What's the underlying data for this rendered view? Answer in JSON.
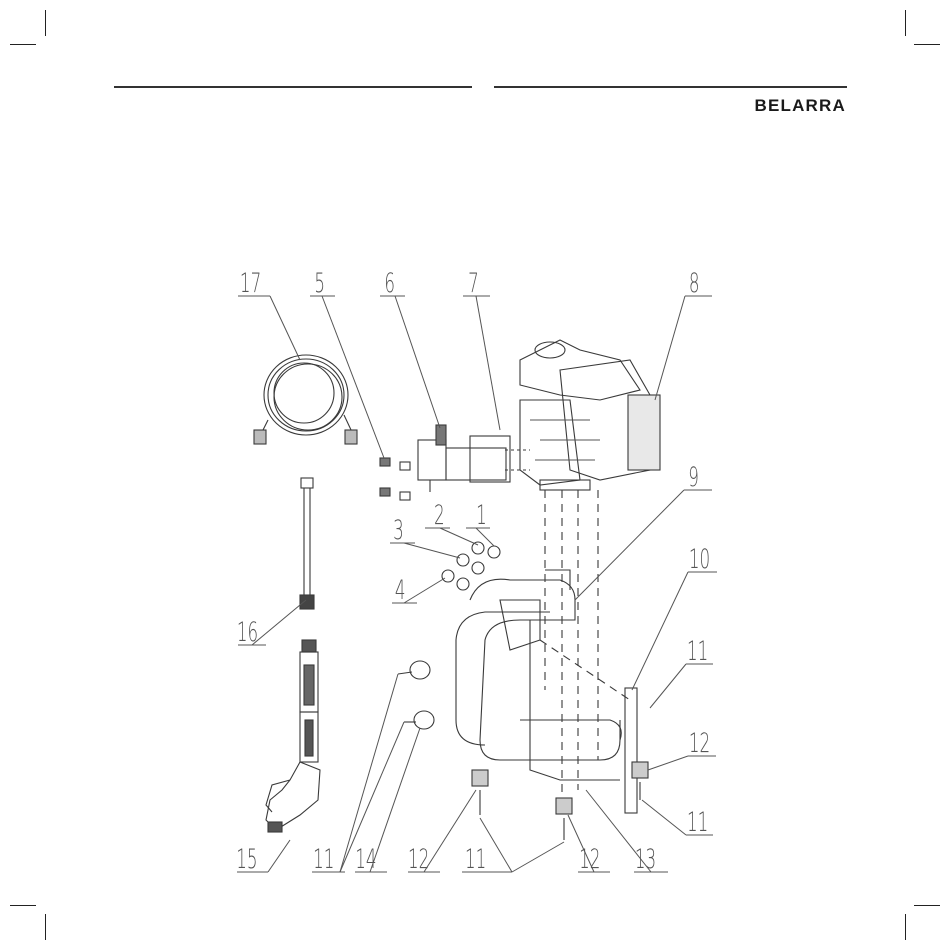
{
  "brand": "BELARRA",
  "callouts": [
    "17",
    "5",
    "6",
    "7",
    "8",
    "9",
    "1",
    "2",
    "3",
    "4",
    "10",
    "16",
    "11",
    "12",
    "15",
    "11",
    "14",
    "12",
    "11",
    "12",
    "13",
    "11"
  ]
}
